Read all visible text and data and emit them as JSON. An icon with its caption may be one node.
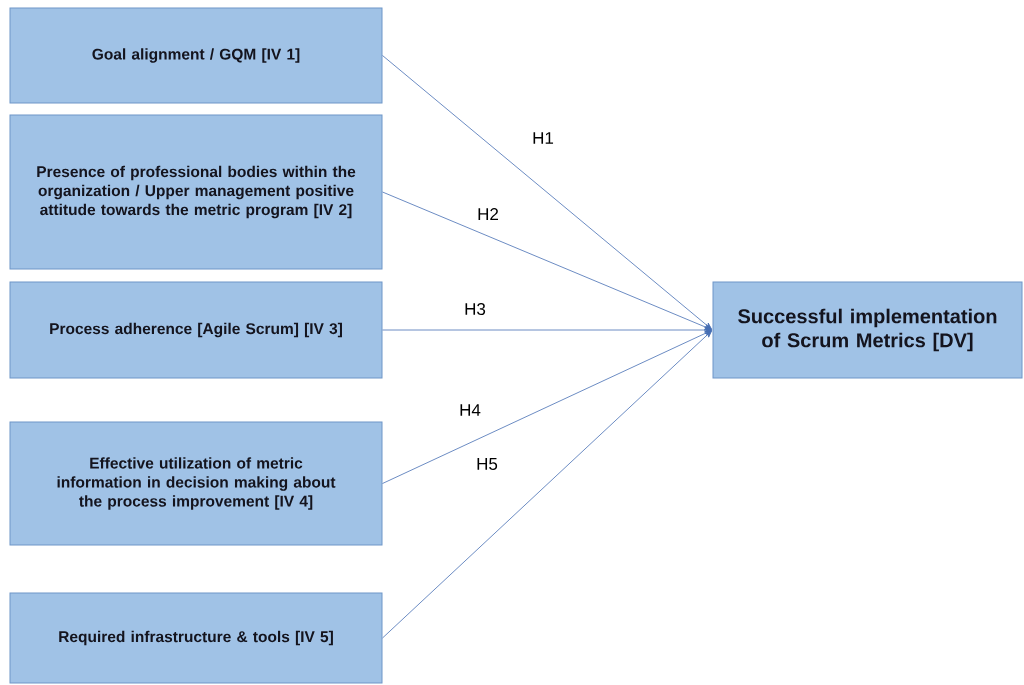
{
  "diagram": {
    "nodes": [
      {
        "text": [
          "Goal alignment / GQM [IV 1]"
        ]
      },
      {
        "text": [
          "Presence of professional bodies within the organization / Upper management positive attitude towards the metric program [IV 2]"
        ]
      },
      {
        "text": [
          "Process adherence [Agile Scrum] [IV 3]"
        ]
      },
      {
        "text": [
          "Effective utilization of metric information in decision making about the process improvement [IV 4]"
        ]
      },
      {
        "text": [
          "Required infrastructure & tools [IV 5]"
        ]
      },
      {
        "text": [
          "Successful implementation of Scrum Metrics [DV]"
        ]
      }
    ],
    "edges": [
      {
        "from": 0,
        "to": 5,
        "arrow": "to",
        "label": "H1"
      },
      {
        "from": 1,
        "to": 5,
        "arrow": "to",
        "label": "H2"
      },
      {
        "from": 2,
        "to": 5,
        "arrow": "to",
        "label": "H3"
      },
      {
        "from": 3,
        "to": 5,
        "arrow": "to",
        "label": "H4"
      },
      {
        "from": 4,
        "to": 5,
        "arrow": "to",
        "label": "H5"
      }
    ]
  }
}
